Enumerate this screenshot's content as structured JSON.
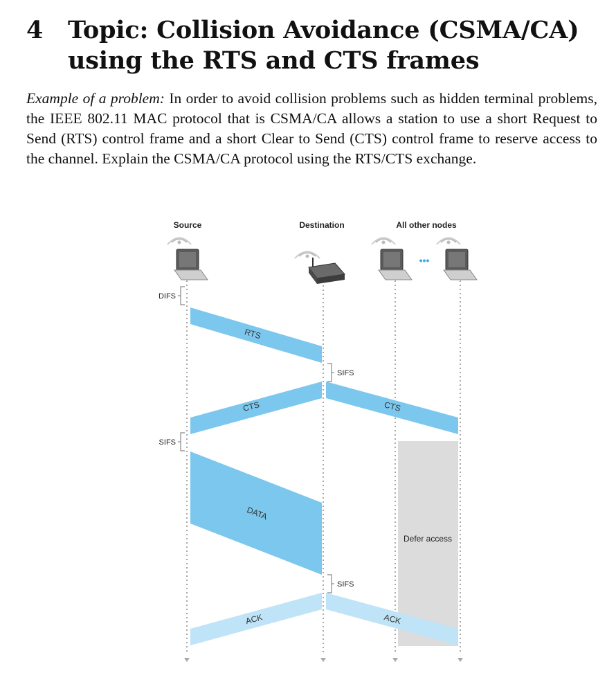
{
  "section": {
    "number": "4",
    "title": "Topic: Collision Avoidance (CSMA/CA) using the RTS and CTS frames"
  },
  "paragraph": {
    "lead": "Example of a problem:",
    "body": "In order to avoid collision problems such as hidden terminal problems, the IEEE 802.11 MAC protocol that is CSMA/CA allows a station to use a short Request to Send (RTS) control frame and a short Clear to Send (CTS) control frame to reserve access to the channel. Explain the CSMA/CA protocol using the RTS/CTS exchange."
  },
  "figure": {
    "columns": {
      "source": "Source",
      "destination": "Destination",
      "others": "All other nodes"
    },
    "ellipsis": "•••",
    "intervals": {
      "difs": "DIFS",
      "sifs_1": "SIFS",
      "sifs_2": "SIFS",
      "sifs_3": "SIFS"
    },
    "frames": {
      "rts": "RTS",
      "cts_to_source": "CTS",
      "cts_to_others": "CTS",
      "data": "DATA",
      "ack_to_source": "ACK",
      "ack_to_others": "ACK"
    },
    "defer": "Defer access",
    "colors": {
      "frame": "#7cc7ee",
      "ack": "#bfe3f7",
      "defer": "#dcdcdc",
      "timeline": "#a9a9a9"
    }
  }
}
